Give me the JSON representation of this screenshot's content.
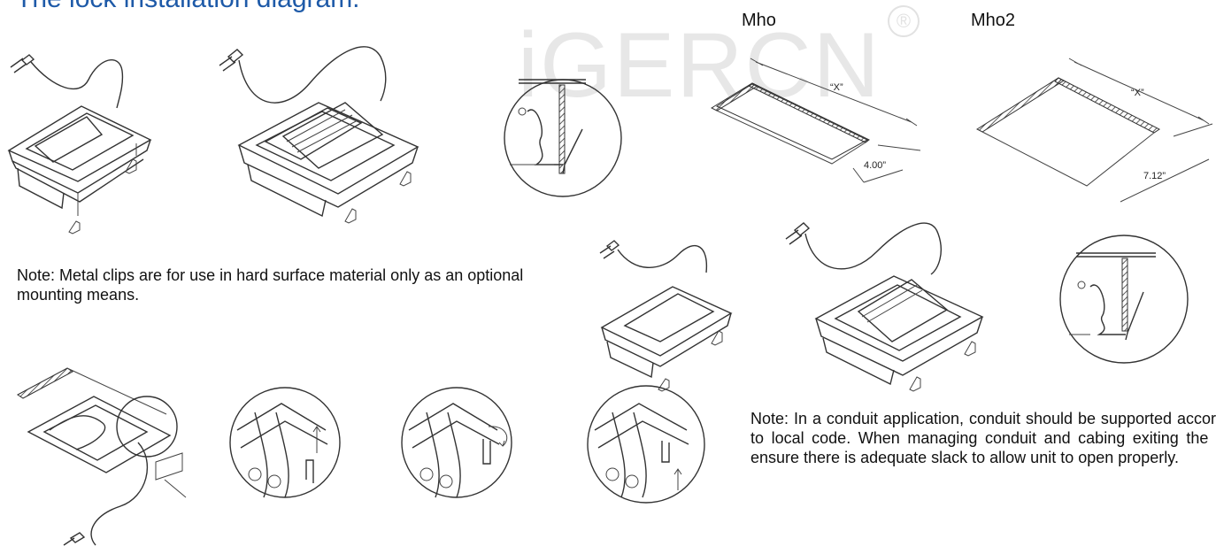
{
  "title": "The lock installation diagram.",
  "watermark": "iGERCN",
  "registered_mark": "®",
  "labels": {
    "mho": "Mho",
    "mho2": "Mho2",
    "x_dim_1": "“X”",
    "x_dim_2": "“X”",
    "depth_1": "4.00”",
    "depth_2": "7.12”"
  },
  "notes": {
    "metal_clips": "Note: Metal clips are for use in hard surface material only as an optional mounting means.",
    "conduit": "Note: In a conduit application, conduit should be supported according to local code. When managing conduit and cabing exiting the unit, ensure there is adequate slack to allow unit to open properly."
  }
}
